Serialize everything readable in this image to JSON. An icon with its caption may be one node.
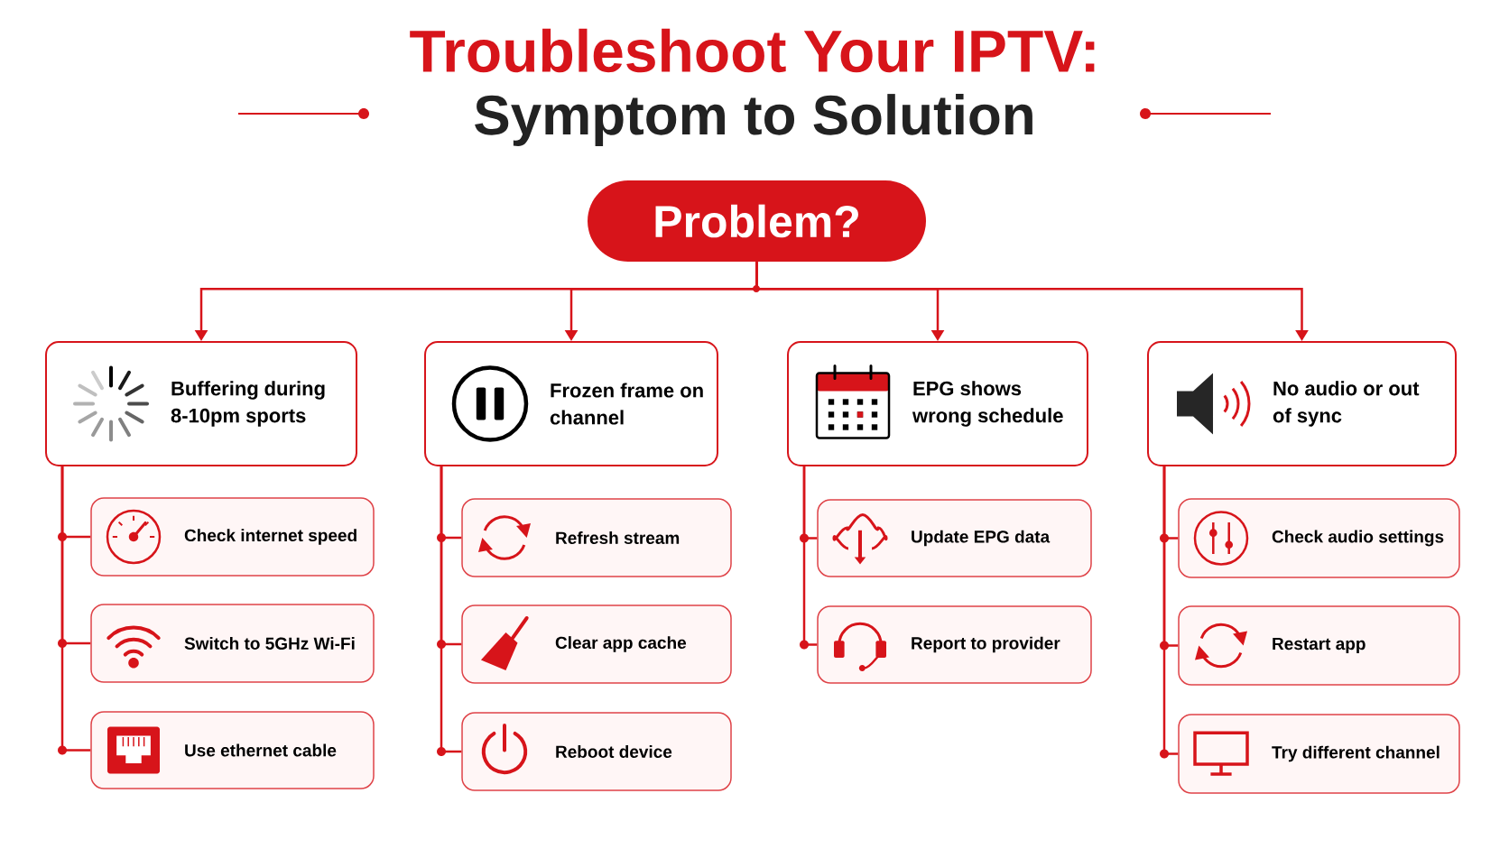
{
  "diagram": {
    "title": "Troubleshoot Your IPTV:",
    "nodes": [
      {
        "text": [
          "Problem?"
        ]
      },
      {
        "text": [
          "Buffering during 8-10pm sports"
        ]
      },
      {
        "text": [
          "Frozen frame on channel"
        ]
      },
      {
        "text": [
          "EPG shows wrong schedule"
        ]
      },
      {
        "text": [
          "No audio or out of sync"
        ]
      },
      {
        "text": [
          "Check internet speed"
        ]
      },
      {
        "text": [
          "Switch to 5GHz Wi-Fi"
        ]
      },
      {
        "text": [
          "Use ethernet cable"
        ]
      },
      {
        "text": [
          "Refresh stream"
        ]
      },
      {
        "text": [
          "Clear app cache"
        ]
      },
      {
        "text": [
          "Reboot device"
        ]
      },
      {
        "text": [
          "Update EPG data"
        ]
      },
      {
        "text": [
          "Report to provider"
        ]
      },
      {
        "text": [
          "Check audio settings"
        ]
      },
      {
        "text": [
          "Restart app"
        ]
      },
      {
        "text": [
          "Try different channel"
        ]
      }
    ],
    "edges": [
      {
        "from": 0,
        "to": 1,
        "arrow": "to"
      },
      {
        "from": 0,
        "to": 2,
        "arrow": "to"
      },
      {
        "from": 0,
        "to": 3,
        "arrow": "to"
      },
      {
        "from": 0,
        "to": 4,
        "arrow": "to"
      },
      {
        "from": 1,
        "to": 5,
        "arrow": "none"
      },
      {
        "from": 1,
        "to": 6,
        "arrow": "none"
      },
      {
        "from": 1,
        "to": 7,
        "arrow": "none"
      },
      {
        "from": 2,
        "to": 8,
        "arrow": "none"
      },
      {
        "from": 2,
        "to": 9,
        "arrow": "none"
      },
      {
        "from": 2,
        "to": 10,
        "arrow": "none"
      },
      {
        "from": 3,
        "to": 11,
        "arrow": "none"
      },
      {
        "from": 3,
        "to": 12,
        "arrow": "none"
      },
      {
        "from": 4,
        "to": 13,
        "arrow": "none"
      },
      {
        "from": 4,
        "to": 14,
        "arrow": "none"
      },
      {
        "from": 4,
        "to": 15,
        "arrow": "none"
      }
    ],
    "labels": [
      "Symptom to Solution"
    ]
  }
}
